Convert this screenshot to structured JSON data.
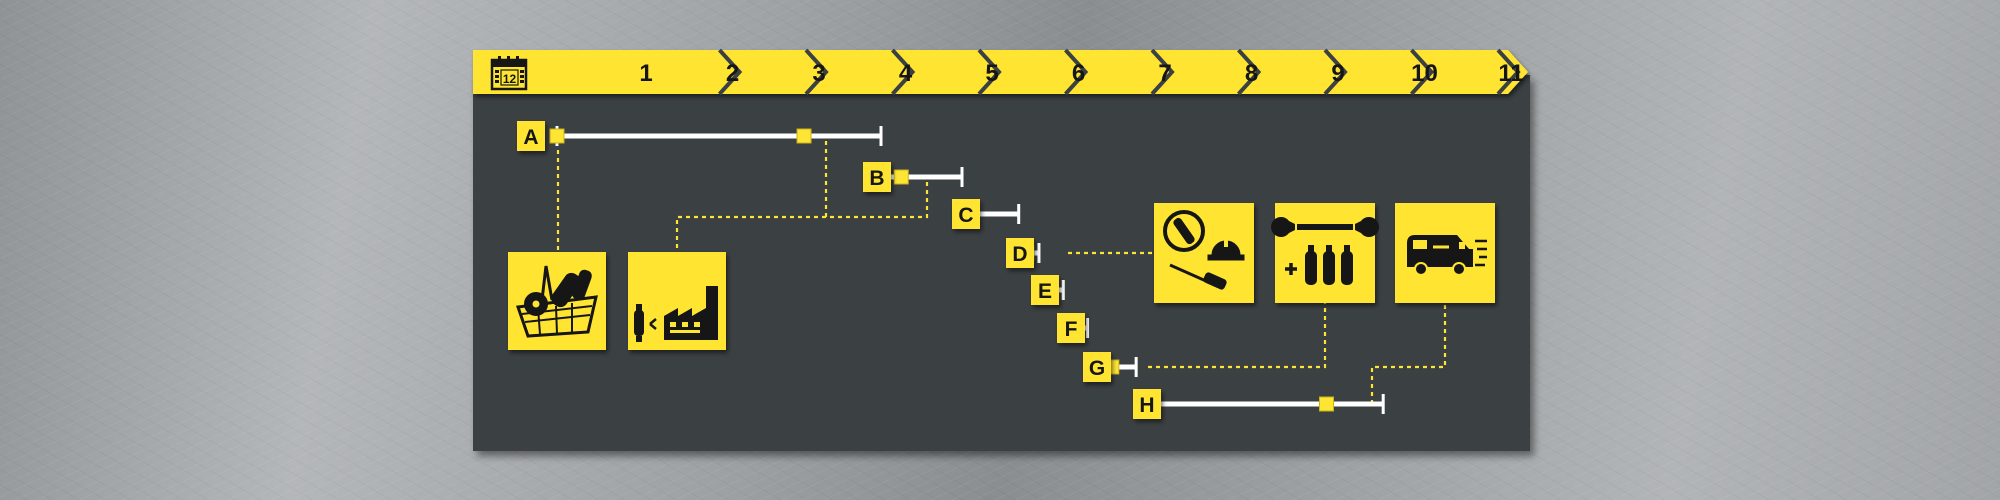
{
  "colors": {
    "yellow": "#ffe533",
    "panel": "#3b4142",
    "bar": "#ffffff",
    "ink": "#161616"
  },
  "header": {
    "calendar_icon": "calendar-icon",
    "calendar_number": "12",
    "steps": [
      "1",
      "2",
      "3",
      "4",
      "5",
      "6",
      "7",
      "8",
      "9",
      "10",
      "11"
    ]
  },
  "tasks": [
    {
      "label": "A",
      "start": 0.0,
      "end": 4.0,
      "markers": [
        0.0,
        3.05
      ]
    },
    {
      "label": "B",
      "start": 4.0,
      "end": 5.0,
      "markers": [
        4.25
      ]
    },
    {
      "label": "C",
      "start": 5.0,
      "end": 5.7,
      "markers": []
    },
    {
      "label": "D",
      "start": 5.65,
      "end": 5.95,
      "markers": [
        5.8
      ]
    },
    {
      "label": "E",
      "start": 5.95,
      "end": 6.25,
      "markers": []
    },
    {
      "label": "F",
      "start": 6.25,
      "end": 6.55,
      "markers": []
    },
    {
      "label": "G",
      "start": 6.55,
      "end": 7.15,
      "markers": [
        6.85
      ]
    },
    {
      "label": "H",
      "start": 7.15,
      "end": 10.2,
      "markers": [
        9.5
      ]
    }
  ],
  "resources": [
    {
      "icon": "parts-basket-icon"
    },
    {
      "icon": "factory-cylinder-icon"
    },
    {
      "icon": "inspection-helmet-screwdriver-icon"
    },
    {
      "icon": "wrench-plus-cylinders-icon"
    },
    {
      "icon": "service-van-icon"
    }
  ]
}
